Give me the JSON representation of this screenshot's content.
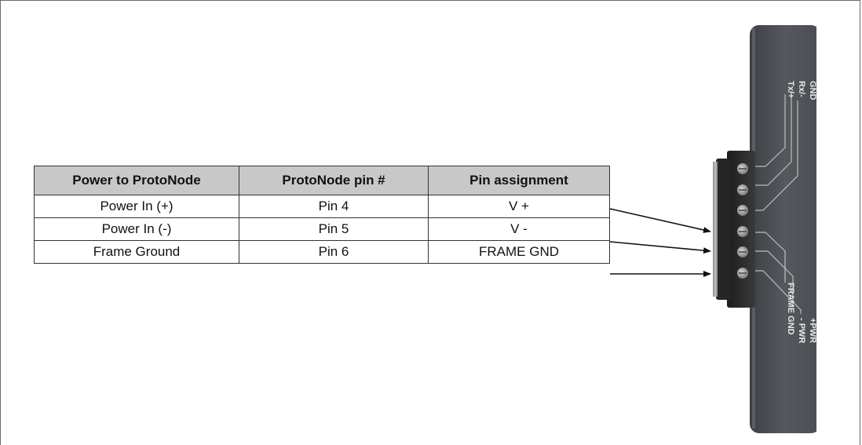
{
  "table": {
    "headers": [
      "Power to ProtoNode",
      "ProtoNode pin #",
      "Pin assignment"
    ],
    "rows": [
      {
        "power": "Power In (+)",
        "pin": "Pin 4",
        "assignment": "V +"
      },
      {
        "power": "Power In (-)",
        "pin": "Pin 5",
        "assignment": "V -"
      },
      {
        "power": "Frame Ground",
        "pin": "Pin 6",
        "assignment": "FRAME GND"
      }
    ]
  },
  "device": {
    "top_labels": [
      "GND",
      "Rx/-",
      "Tx/+"
    ],
    "bottom_labels": [
      "+PWR",
      "- PWR",
      "FRAME GND"
    ]
  },
  "colors": {
    "header_fill": "#c8c8c8",
    "device_body": "#4a4d52",
    "connector": "#2b2b2b"
  }
}
